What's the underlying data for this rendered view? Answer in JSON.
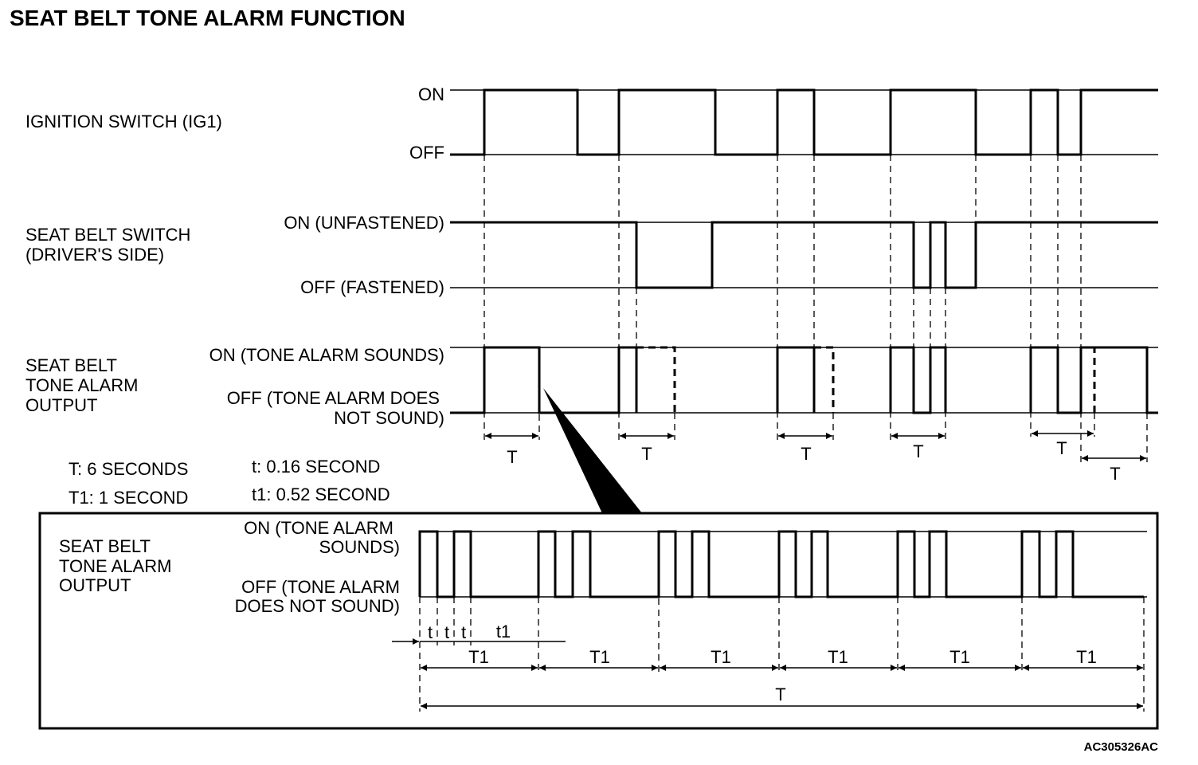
{
  "title": "SEAT BELT TONE ALARM FUNCTION",
  "signals": {
    "ignition": {
      "label": "IGNITION SWITCH (IG1)",
      "on": "ON",
      "off": "OFF"
    },
    "seatbelt": {
      "label_line1": "SEAT BELT SWITCH",
      "label_line2": "(DRIVER'S SIDE)",
      "on": "ON (UNFASTENED)",
      "off": "OFF (FASTENED)"
    },
    "alarm": {
      "label_line1": "SEAT BELT",
      "label_line2": "TONE ALARM",
      "label_line3": "OUTPUT",
      "on": "ON (TONE ALARM SOUNDS)",
      "off_line1": "OFF (TONE ALARM DOES",
      "off_line2": "NOT SOUND)"
    }
  },
  "period_label": "T",
  "legend": {
    "T": "T: 6 SECONDS",
    "t": "t: 0.16 SECOND",
    "T1": "T1: 1 SECOND",
    "t1": "t1: 0.52 SECOND"
  },
  "detail": {
    "label_line1": "SEAT BELT",
    "label_line2": "TONE ALARM",
    "label_line3": "OUTPUT",
    "on_line1": "ON (TONE ALARM",
    "on_line2": "SOUNDS)",
    "off_line1": "OFF (TONE ALARM",
    "off_line2": "DOES NOT SOUND)",
    "t_label": "t",
    "t1_label": "t1",
    "T1_label": "T1",
    "T_label": "T"
  },
  "figure_code": "AC305326AC"
}
